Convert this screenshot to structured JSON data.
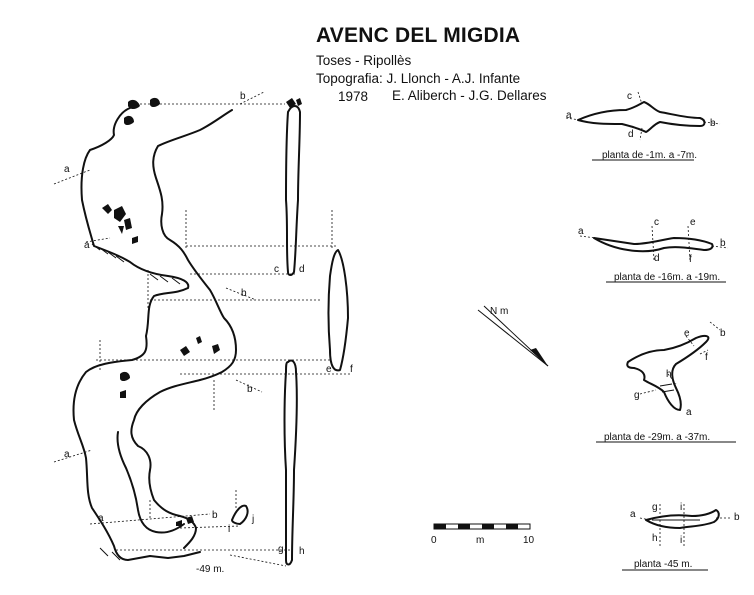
{
  "header": {
    "title": "AVENC DEL MIGDIA",
    "location": "Toses - Ripollès",
    "topography_line1": "Topografia: J. Llonch - A.J. Infante",
    "year": "1978",
    "topography_line2": "E. Aliberch - J.G. Dellares"
  },
  "section_labels": {
    "a1": "a",
    "b1": "b",
    "a2": "a",
    "c": "c",
    "d": "d",
    "b2": "b",
    "e": "e",
    "f": "f",
    "b3": "b",
    "a3": "a",
    "a4": "a",
    "b4": "b",
    "i": "i",
    "j": "j",
    "g": "g",
    "h": "h",
    "depth": "-49 m."
  },
  "plans": [
    {
      "caption": "planta de -1m. a -7m.",
      "labels": [
        "a",
        "b",
        "c",
        "d"
      ]
    },
    {
      "caption": "planta de -16m. a -19m.",
      "labels": [
        "a",
        "b",
        "c",
        "d",
        "e",
        "f"
      ]
    },
    {
      "caption": "planta de -29m. a -37m.",
      "labels": [
        "a",
        "b",
        "e",
        "f",
        "g",
        "h"
      ]
    },
    {
      "caption": "planta -45 m.",
      "labels": [
        "a",
        "b",
        "g",
        "h",
        "i",
        "i"
      ]
    }
  ],
  "north_arrow": {
    "label": "N m"
  },
  "scale_bar": {
    "start": "0",
    "unit": "m",
    "end": "10"
  }
}
